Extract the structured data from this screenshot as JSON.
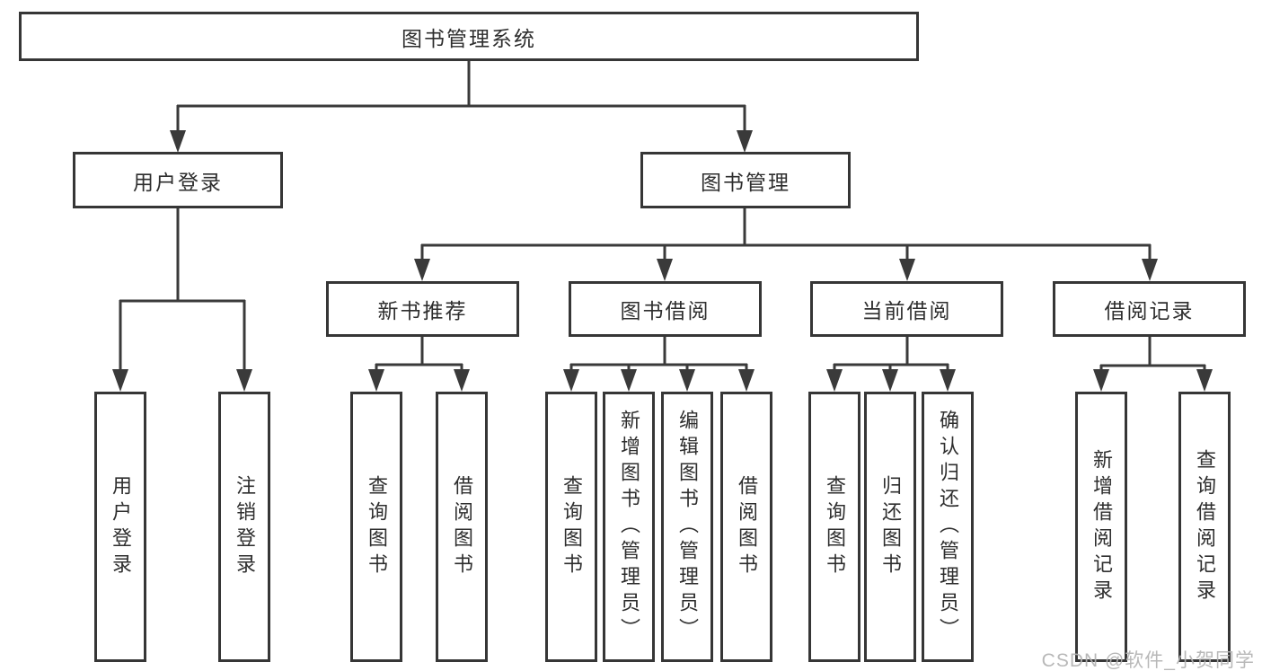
{
  "diagram": {
    "root": "图书管理系统",
    "branches": {
      "user_login": "用户登录",
      "book_mgmt": "图书管理"
    },
    "modules": {
      "new_book_rec": "新书推荐",
      "book_borrow": "图书借阅",
      "current_borrow": "当前借阅",
      "borrow_record": "借阅记录"
    },
    "leaves": {
      "user_login": "用户登录",
      "logout": "注销登录",
      "nbr_query_books": "查询图书",
      "nbr_borrow_books": "借阅图书",
      "bb_query_books": "查询图书",
      "bb_add_books": "新增图书（管理员）",
      "bb_edit_books": "编辑图书（管理员）",
      "bb_borrow_books": "借阅图书",
      "cb_query_books": "查询图书",
      "cb_return_books": "归还图书",
      "cb_confirm_return": "确认归还（管理员）",
      "br_add_record": "新增借阅记录",
      "br_query_record": "查询借阅记录"
    }
  },
  "watermark": "CSDN @软件_小贺同学",
  "colors": {
    "line": "#3a3a3a",
    "border": "#363636",
    "text": "#2e2e2e",
    "watermark": "#b3b3b3",
    "background": "#ffffff"
  }
}
